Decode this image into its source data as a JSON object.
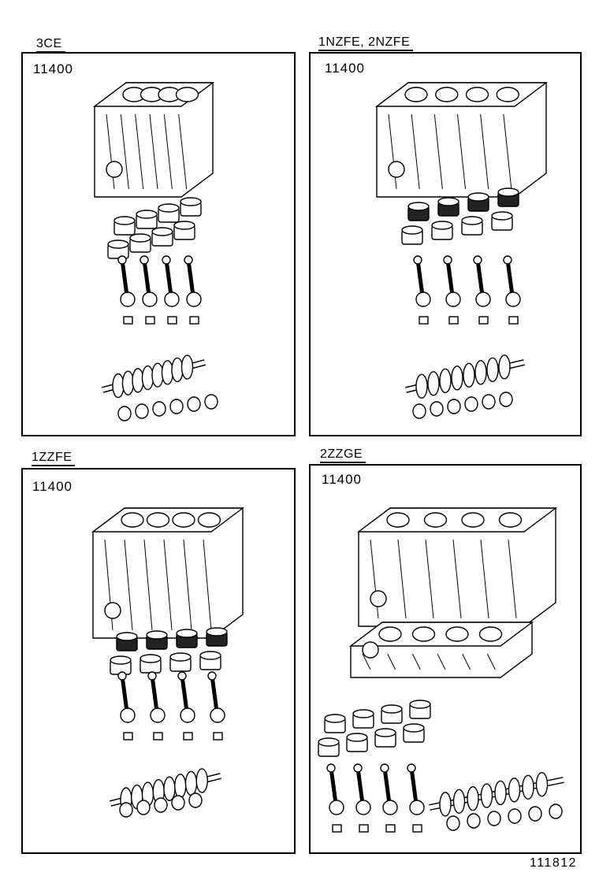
{
  "panels": [
    {
      "engine": "3CE",
      "part_number": "11400"
    },
    {
      "engine": "1NZFE, 2NZFE",
      "part_number": "11400"
    },
    {
      "engine": "1ZZFE",
      "part_number": "11400"
    },
    {
      "engine": "2ZZGE",
      "part_number": "11400"
    }
  ],
  "figure_number": "111812"
}
